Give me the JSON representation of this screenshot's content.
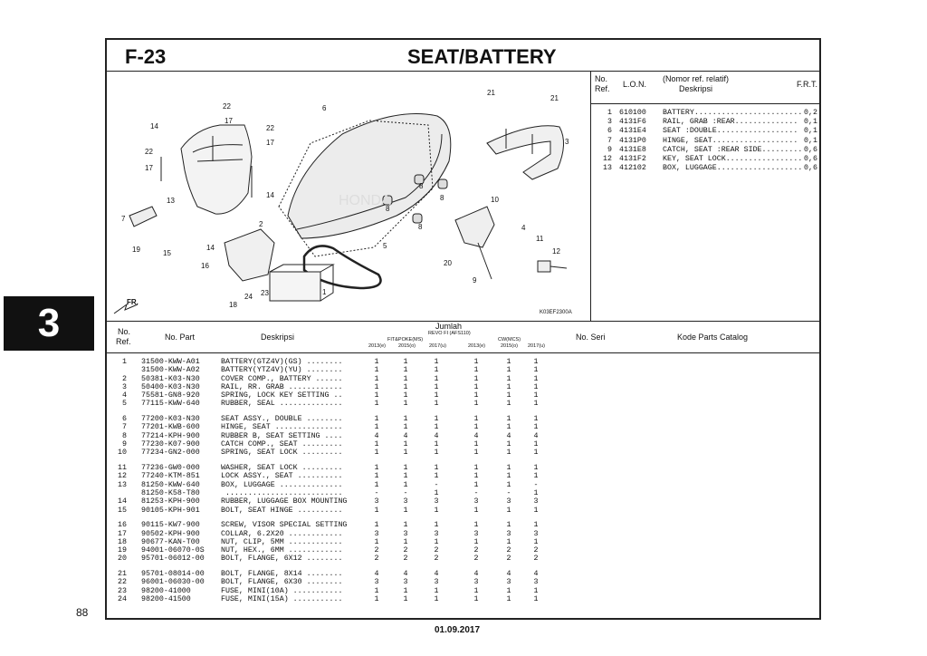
{
  "page": {
    "section_tab": "3",
    "page_number": "88",
    "date": "01.09.2017"
  },
  "header": {
    "code": "F-23",
    "title": "SEAT/BATTERY"
  },
  "diagram": {
    "callouts": [
      "22",
      "17",
      "14",
      "22",
      "17",
      "22",
      "17",
      "6",
      "21",
      "21",
      "3",
      "13",
      "14",
      "8",
      "8",
      "8",
      "8",
      "10",
      "7",
      "2",
      "4",
      "11",
      "12",
      "19",
      "15",
      "14",
      "5",
      "16",
      "20",
      "9",
      "1",
      "24",
      "23",
      "18"
    ],
    "arrow_label": "FR.",
    "image_code": "K03EF2300A",
    "watermark": "HONDA"
  },
  "frt_table": {
    "col_no": "No.\nRef.",
    "col_no_l1": "No.",
    "col_no_l2": "Ref.",
    "col_lon": "L.O.N.",
    "col_desc_l1": "(Nomor ref. relatif)",
    "col_desc_l2": "Deskripsi",
    "col_frt": "F.R.T.",
    "rows": [
      {
        "ref": "1",
        "lon": "610100",
        "desc": "BATTERY........................",
        "frt": "0,2"
      },
      {
        "ref": "3",
        "lon": "4131F6",
        "desc": "RAIL, GRAB :REAR..............",
        "frt": "0,1"
      },
      {
        "ref": "6",
        "lon": "4131E4",
        "desc": "SEAT :DOUBLE..................",
        "frt": "0,1"
      },
      {
        "ref": "7",
        "lon": "4131P0",
        "desc": "HINGE, SEAT...................",
        "frt": "0,1"
      },
      {
        "ref": "9",
        "lon": "4131E8",
        "desc": "CATCH, SEAT :REAR SIDE.........",
        "frt": "0,6"
      },
      {
        "ref": "12",
        "lon": "4131F2",
        "desc": "KEY, SEAT LOCK.................",
        "frt": "0,6"
      },
      {
        "ref": "13",
        "lon": "412102",
        "desc": "BOX, LUGGAGE...................",
        "frt": "0,6"
      }
    ]
  },
  "parts_table": {
    "col_no_l1": "No.",
    "col_no_l2": "Ref.",
    "col_part": "No. Part",
    "col_desc": "Deskripsi",
    "col_jumlah": "Jumlah",
    "col_revo": "REVO FI (AFS110)",
    "col_fit": "FIT&POKE(MS)",
    "col_cw": "CW(MCS)",
    "col_years": [
      "2013(e)",
      "2015(o)",
      "2017(u)",
      "2013(e)",
      "2015(o)",
      "2017(u)"
    ],
    "col_seri": "No. Seri",
    "col_kode": "Kode Parts Catalog",
    "rows": [
      {
        "no": "1",
        "part": "31500-KWW-A01",
        "desc": "BATTERY(GTZ4V)(GS) ........",
        "q": [
          "1",
          "1",
          "1",
          "1",
          "1",
          "1"
        ],
        "gap": false
      },
      {
        "no": "",
        "part": "31500-KWW-A02",
        "desc": "BATTERY(YTZ4V)(YU) ........",
        "q": [
          "1",
          "1",
          "1",
          "1",
          "1",
          "1"
        ],
        "gap": false
      },
      {
        "no": "2",
        "part": "50381-K03-N30",
        "desc": "COVER COMP., BATTERY ......",
        "q": [
          "1",
          "1",
          "1",
          "1",
          "1",
          "1"
        ],
        "gap": false
      },
      {
        "no": "3",
        "part": "50400-K03-N30",
        "desc": "RAIL, RR. GRAB ............",
        "q": [
          "1",
          "1",
          "1",
          "1",
          "1",
          "1"
        ],
        "gap": false
      },
      {
        "no": "4",
        "part": "75581-GN8-920",
        "desc": "SPRING, LOCK KEY SETTING ..",
        "q": [
          "1",
          "1",
          "1",
          "1",
          "1",
          "1"
        ],
        "gap": false
      },
      {
        "no": "5",
        "part": "77115-KWW-640",
        "desc": "RUBBER, SEAL ..............",
        "q": [
          "1",
          "1",
          "1",
          "1",
          "1",
          "1"
        ],
        "gap": false
      },
      {
        "no": "6",
        "part": "77200-K03-N30",
        "desc": "SEAT ASSY., DOUBLE ........",
        "q": [
          "1",
          "1",
          "1",
          "1",
          "1",
          "1"
        ],
        "gap": true
      },
      {
        "no": "7",
        "part": "77201-KWB-600",
        "desc": "HINGE, SEAT ...............",
        "q": [
          "1",
          "1",
          "1",
          "1",
          "1",
          "1"
        ],
        "gap": false
      },
      {
        "no": "8",
        "part": "77214-KPH-900",
        "desc": "RUBBER B, SEAT SETTING ....",
        "q": [
          "4",
          "4",
          "4",
          "4",
          "4",
          "4"
        ],
        "gap": false
      },
      {
        "no": "9",
        "part": "77230-K07-900",
        "desc": "CATCH COMP., SEAT .........",
        "q": [
          "1",
          "1",
          "1",
          "1",
          "1",
          "1"
        ],
        "gap": false
      },
      {
        "no": "10",
        "part": "77234-GN2-000",
        "desc": "SPRING, SEAT LOCK .........",
        "q": [
          "1",
          "1",
          "1",
          "1",
          "1",
          "1"
        ],
        "gap": false
      },
      {
        "no": "11",
        "part": "77236-GW0-000",
        "desc": "WASHER, SEAT LOCK .........",
        "q": [
          "1",
          "1",
          "1",
          "1",
          "1",
          "1"
        ],
        "gap": true
      },
      {
        "no": "12",
        "part": "77240-KTM-851",
        "desc": "LOCK ASSY., SEAT ..........",
        "q": [
          "1",
          "1",
          "1",
          "1",
          "1",
          "1"
        ],
        "gap": false
      },
      {
        "no": "13",
        "part": "81250-KWW-640",
        "desc": "BOX, LUGGAGE ..............",
        "q": [
          "1",
          "1",
          "-",
          "1",
          "1",
          "-"
        ],
        "gap": false
      },
      {
        "no": "",
        "part": "81250-K58-T80",
        "desc": " ..........................",
        "q": [
          "-",
          "-",
          "1",
          "-",
          "-",
          "1"
        ],
        "gap": false
      },
      {
        "no": "14",
        "part": "81253-KPH-900",
        "desc": "RUBBER, LUGGAGE BOX MOUNTING",
        "q": [
          "3",
          "3",
          "3",
          "3",
          "3",
          "3"
        ],
        "gap": false
      },
      {
        "no": "15",
        "part": "90105-KPH-901",
        "desc": "BOLT, SEAT HINGE ..........",
        "q": [
          "1",
          "1",
          "1",
          "1",
          "1",
          "1"
        ],
        "gap": false
      },
      {
        "no": "16",
        "part": "90115-KW7-900",
        "desc": "SCREW, VISOR SPECIAL SETTING",
        "q": [
          "1",
          "1",
          "1",
          "1",
          "1",
          "1"
        ],
        "gap": true
      },
      {
        "no": "17",
        "part": "90502-KPH-900",
        "desc": "COLLAR, 6.2X20 ............",
        "q": [
          "3",
          "3",
          "3",
          "3",
          "3",
          "3"
        ],
        "gap": false
      },
      {
        "no": "18",
        "part": "90677-KAN-T00",
        "desc": "NUT, CLIP, 5MM ............",
        "q": [
          "1",
          "1",
          "1",
          "1",
          "1",
          "1"
        ],
        "gap": false
      },
      {
        "no": "19",
        "part": "94001-06070-0S",
        "desc": "NUT, HEX., 6MM ............",
        "q": [
          "2",
          "2",
          "2",
          "2",
          "2",
          "2"
        ],
        "gap": false
      },
      {
        "no": "20",
        "part": "95701-06012-00",
        "desc": "BOLT, FLANGE, 6X12 ........",
        "q": [
          "2",
          "2",
          "2",
          "2",
          "2",
          "2"
        ],
        "gap": false
      },
      {
        "no": "21",
        "part": "95701-08014-00",
        "desc": "BOLT, FLANGE, 8X14 ........",
        "q": [
          "4",
          "4",
          "4",
          "4",
          "4",
          "4"
        ],
        "gap": true
      },
      {
        "no": "22",
        "part": "96001-06030-00",
        "desc": "BOLT, FLANGE, 6X30 ........",
        "q": [
          "3",
          "3",
          "3",
          "3",
          "3",
          "3"
        ],
        "gap": false
      },
      {
        "no": "23",
        "part": "98200-41000",
        "desc": "FUSE, MINI(10A) ...........",
        "q": [
          "1",
          "1",
          "1",
          "1",
          "1",
          "1"
        ],
        "gap": false
      },
      {
        "no": "24",
        "part": "98200-41500",
        "desc": "FUSE, MINI(15A) ...........",
        "q": [
          "1",
          "1",
          "1",
          "1",
          "1",
          "1"
        ],
        "gap": false
      }
    ]
  }
}
